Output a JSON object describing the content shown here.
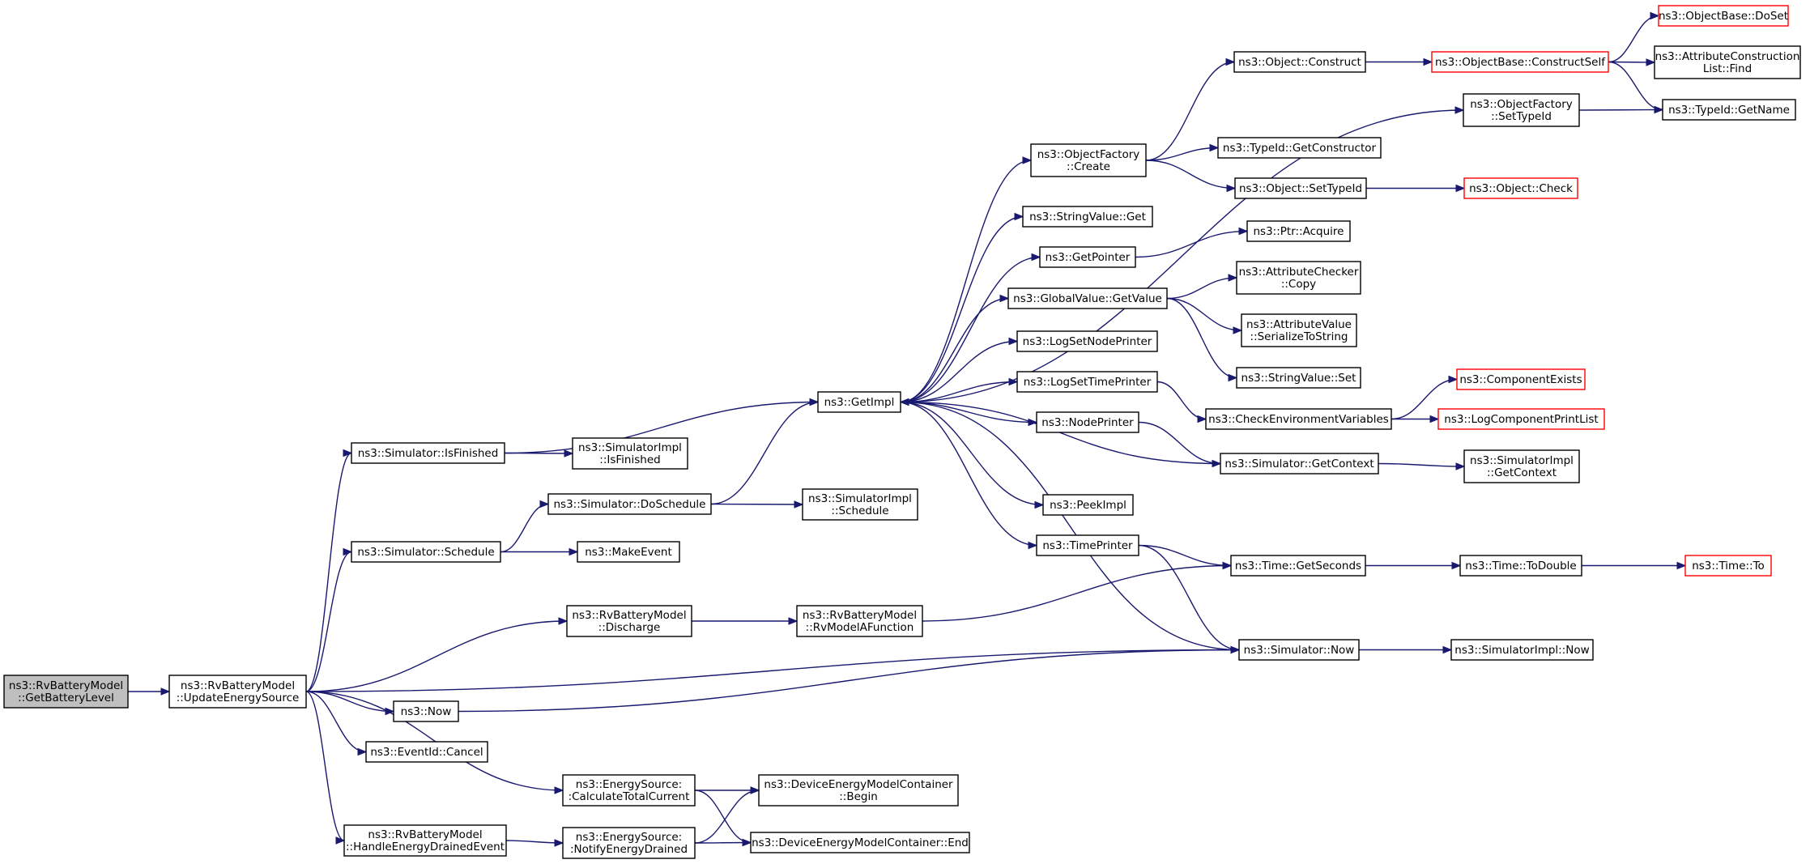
{
  "nodes": {
    "getbatterylevel": {
      "lines": [
        "ns3::RvBatteryModel",
        "::GetBatteryLevel"
      ],
      "style": "root"
    },
    "updateenergysource": {
      "lines": [
        "ns3::RvBatteryModel",
        "::UpdateEnergySource"
      ]
    },
    "simulator_isfinished": {
      "lines": [
        "ns3::Simulator::IsFinished"
      ]
    },
    "simulatorimpl_isfinished": {
      "lines": [
        "ns3::SimulatorImpl",
        "::IsFinished"
      ]
    },
    "simulator_doschedule": {
      "lines": [
        "ns3::Simulator::DoSchedule"
      ]
    },
    "simulatorimpl_schedule": {
      "lines": [
        "ns3::SimulatorImpl",
        "::Schedule"
      ]
    },
    "simulator_schedule": {
      "lines": [
        "ns3::Simulator::Schedule"
      ]
    },
    "makeevent": {
      "lines": [
        "ns3::MakeEvent"
      ]
    },
    "discharge": {
      "lines": [
        "ns3::RvBatteryModel",
        "::Discharge"
      ]
    },
    "rvmodelafunction": {
      "lines": [
        "ns3::RvBatteryModel",
        "::RvModelAFunction"
      ]
    },
    "now": {
      "lines": [
        "ns3::Now"
      ]
    },
    "eventid_cancel": {
      "lines": [
        "ns3::EventId::Cancel"
      ]
    },
    "calculatetotalcurrent": {
      "lines": [
        "ns3::EnergySource:",
        ":CalculateTotalCurrent"
      ]
    },
    "handleenergydrained": {
      "lines": [
        "ns3::RvBatteryModel",
        "::HandleEnergyDrainedEvent"
      ]
    },
    "notifyenergydrained": {
      "lines": [
        "ns3::EnergySource:",
        ":NotifyEnergyDrained"
      ]
    },
    "demc_begin": {
      "lines": [
        "ns3::DeviceEnergyModelContainer",
        "::Begin"
      ]
    },
    "demc_end": {
      "lines": [
        "ns3::DeviceEnergyModelContainer::End"
      ]
    },
    "getimpl": {
      "lines": [
        "ns3::GetImpl"
      ]
    },
    "objectfactory_create": {
      "lines": [
        "ns3::ObjectFactory",
        "::Create"
      ]
    },
    "stringvalue_get": {
      "lines": [
        "ns3::StringValue::Get"
      ]
    },
    "getpointer": {
      "lines": [
        "ns3::GetPointer"
      ]
    },
    "globalvalue_getvalue": {
      "lines": [
        "ns3::GlobalValue::GetValue"
      ]
    },
    "logsetnodeprinter": {
      "lines": [
        "ns3::LogSetNodePrinter"
      ]
    },
    "logsettimeprinter": {
      "lines": [
        "ns3::LogSetTimePrinter"
      ]
    },
    "nodeprinter": {
      "lines": [
        "ns3::NodePrinter"
      ]
    },
    "peekimpl": {
      "lines": [
        "ns3::PeekImpl"
      ]
    },
    "timeprinter": {
      "lines": [
        "ns3::TimePrinter"
      ]
    },
    "object_construct": {
      "lines": [
        "ns3::Object::Construct"
      ]
    },
    "typeid_getconstructor": {
      "lines": [
        "ns3::TypeId::GetConstructor"
      ]
    },
    "object_settypeid": {
      "lines": [
        "ns3::Object::SetTypeId"
      ]
    },
    "ptr_acquire": {
      "lines": [
        "ns3::Ptr::Acquire"
      ]
    },
    "attributechecker_copy": {
      "lines": [
        "ns3::AttributeChecker",
        "::Copy"
      ]
    },
    "attributevalue_serialize": {
      "lines": [
        "ns3::AttributeValue",
        "::SerializeToString"
      ]
    },
    "stringvalue_set": {
      "lines": [
        "ns3::StringValue::Set"
      ]
    },
    "checkenvvars": {
      "lines": [
        "ns3::CheckEnvironmentVariables"
      ]
    },
    "simulator_getcontext": {
      "lines": [
        "ns3::Simulator::GetContext"
      ]
    },
    "time_getseconds": {
      "lines": [
        "ns3::Time::GetSeconds"
      ]
    },
    "simulator_now": {
      "lines": [
        "ns3::Simulator::Now"
      ]
    },
    "objectbase_constructself": {
      "lines": [
        "ns3::ObjectBase::ConstructSelf"
      ],
      "style": "red"
    },
    "objectfactory_settypeid": {
      "lines": [
        "ns3::ObjectFactory",
        "::SetTypeId"
      ]
    },
    "object_check": {
      "lines": [
        "ns3::Object::Check"
      ],
      "style": "red"
    },
    "componentexists": {
      "lines": [
        "ns3::ComponentExists"
      ],
      "style": "red"
    },
    "logcomponentprintlist": {
      "lines": [
        "ns3::LogComponentPrintList"
      ],
      "style": "red"
    },
    "simulatorimpl_getcontext": {
      "lines": [
        "ns3::SimulatorImpl",
        "::GetContext"
      ]
    },
    "time_todouble": {
      "lines": [
        "ns3::Time::ToDouble"
      ]
    },
    "simulatorimpl_now": {
      "lines": [
        "ns3::SimulatorImpl::Now"
      ]
    },
    "objectbase_doset": {
      "lines": [
        "ns3::ObjectBase::DoSet"
      ],
      "style": "red"
    },
    "attrconstructionlist_find": {
      "lines": [
        "ns3::AttributeConstruction",
        "List::Find"
      ]
    },
    "typeid_getname": {
      "lines": [
        "ns3::TypeId::GetName"
      ]
    },
    "time_to": {
      "lines": [
        "ns3::Time::To"
      ],
      "style": "red"
    }
  },
  "edges": [
    [
      "getbatterylevel",
      "updateenergysource"
    ],
    [
      "updateenergysource",
      "simulator_isfinished"
    ],
    [
      "updateenergysource",
      "simulator_schedule"
    ],
    [
      "updateenergysource",
      "discharge"
    ],
    [
      "updateenergysource",
      "simulator_now"
    ],
    [
      "updateenergysource",
      "now"
    ],
    [
      "updateenergysource",
      "eventid_cancel"
    ],
    [
      "updateenergysource",
      "calculatetotalcurrent"
    ],
    [
      "updateenergysource",
      "handleenergydrained"
    ],
    [
      "simulator_isfinished",
      "getimpl"
    ],
    [
      "simulator_isfinished",
      "simulatorimpl_isfinished"
    ],
    [
      "simulator_schedule",
      "simulator_doschedule"
    ],
    [
      "simulator_schedule",
      "makeevent"
    ],
    [
      "simulator_doschedule",
      "getimpl"
    ],
    [
      "simulator_doschedule",
      "simulatorimpl_schedule"
    ],
    [
      "discharge",
      "rvmodelafunction"
    ],
    [
      "rvmodelafunction",
      "time_getseconds"
    ],
    [
      "now",
      "simulator_now"
    ],
    [
      "calculatetotalcurrent",
      "demc_begin"
    ],
    [
      "calculatetotalcurrent",
      "demc_end"
    ],
    [
      "handleenergydrained",
      "notifyenergydrained"
    ],
    [
      "notifyenergydrained",
      "demc_begin"
    ],
    [
      "notifyenergydrained",
      "demc_end"
    ],
    [
      "getimpl",
      "objectfactory_settypeid"
    ],
    [
      "getimpl",
      "objectfactory_create"
    ],
    [
      "getimpl",
      "stringvalue_get"
    ],
    [
      "getimpl",
      "getpointer"
    ],
    [
      "getimpl",
      "globalvalue_getvalue"
    ],
    [
      "getimpl",
      "logsetnodeprinter"
    ],
    [
      "getimpl",
      "logsettimeprinter"
    ],
    [
      "getimpl",
      "nodeprinter"
    ],
    [
      "getimpl",
      "peekimpl"
    ],
    [
      "getimpl",
      "timeprinter"
    ],
    [
      "objectfactory_create",
      "object_construct"
    ],
    [
      "objectfactory_create",
      "typeid_getconstructor"
    ],
    [
      "objectfactory_create",
      "object_settypeid"
    ],
    [
      "object_construct",
      "objectbase_constructself"
    ],
    [
      "objectbase_constructself",
      "objectbase_doset"
    ],
    [
      "objectbase_constructself",
      "attrconstructionlist_find"
    ],
    [
      "objectbase_constructself",
      "typeid_getname"
    ],
    [
      "objectfactory_settypeid",
      "typeid_getname"
    ],
    [
      "object_settypeid",
      "object_check"
    ],
    [
      "getpointer",
      "ptr_acquire"
    ],
    [
      "globalvalue_getvalue",
      "attributechecker_copy"
    ],
    [
      "globalvalue_getvalue",
      "attributevalue_serialize"
    ],
    [
      "globalvalue_getvalue",
      "stringvalue_set"
    ],
    [
      "logsettimeprinter",
      "checkenvvars"
    ],
    [
      "checkenvvars",
      "componentexists"
    ],
    [
      "checkenvvars",
      "logcomponentprintlist"
    ],
    [
      "nodeprinter",
      "simulator_getcontext"
    ],
    [
      "simulator_getcontext",
      "getimpl"
    ],
    [
      "simulator_getcontext",
      "simulatorimpl_getcontext"
    ],
    [
      "timeprinter",
      "time_getseconds"
    ],
    [
      "timeprinter",
      "simulator_now"
    ],
    [
      "time_getseconds",
      "time_todouble"
    ],
    [
      "time_todouble",
      "time_to"
    ],
    [
      "simulator_now",
      "getimpl"
    ],
    [
      "simulator_now",
      "simulatorimpl_now"
    ]
  ]
}
